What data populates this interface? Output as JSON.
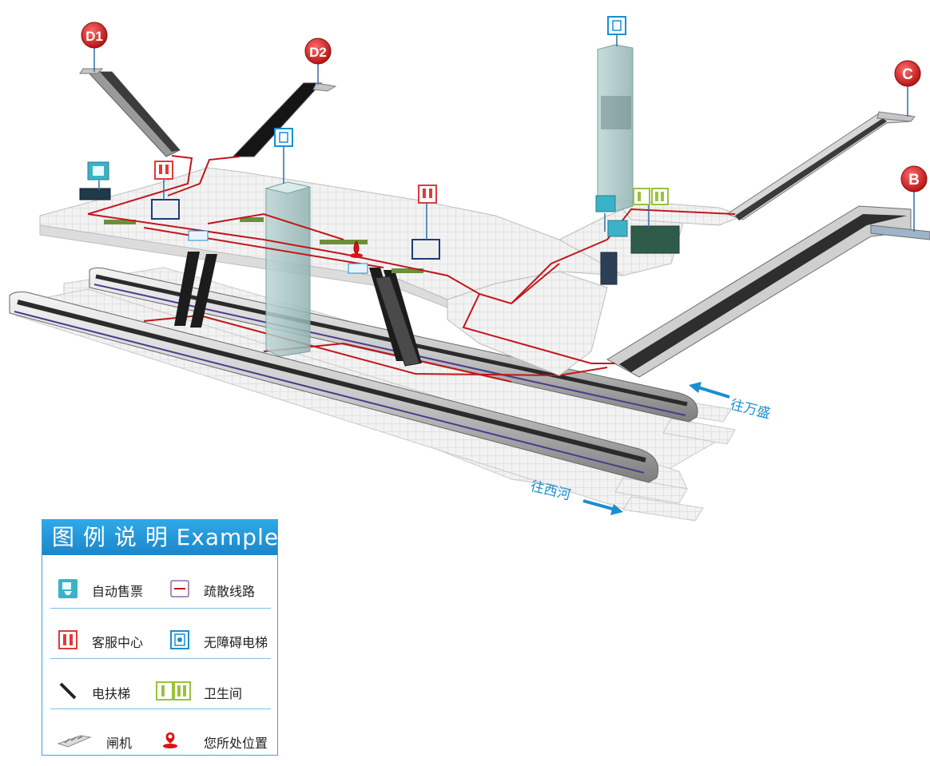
{
  "entrances": [
    {
      "label": "D1"
    },
    {
      "label": "D2"
    },
    {
      "label": "C"
    },
    {
      "label": "B"
    }
  ],
  "directions": {
    "to_wansheng": "往万盛",
    "to_xihe": "往西河"
  },
  "legend": {
    "title": "图 例 说 明 Example",
    "items": [
      {
        "icon": "ticket-machine-icon",
        "label": "自动售票"
      },
      {
        "icon": "evacuation-route-icon",
        "label": "疏散线路"
      },
      {
        "icon": "service-center-icon",
        "label": "客服中心"
      },
      {
        "icon": "accessible-elevator-icon",
        "label": "无障碍电梯"
      },
      {
        "icon": "escalator-icon",
        "label": "电扶梯"
      },
      {
        "icon": "restroom-icon",
        "label": "卫生间"
      },
      {
        "icon": "fare-gate-icon",
        "label": "闸机"
      },
      {
        "icon": "you-are-here-icon",
        "label": "您所处位置"
      }
    ]
  },
  "colors": {
    "route": "#c0161c",
    "accent": "#1a8fd0",
    "ticket": "#3ab3c9",
    "service": "#e03a3a",
    "restroom": "#9ac23c"
  }
}
